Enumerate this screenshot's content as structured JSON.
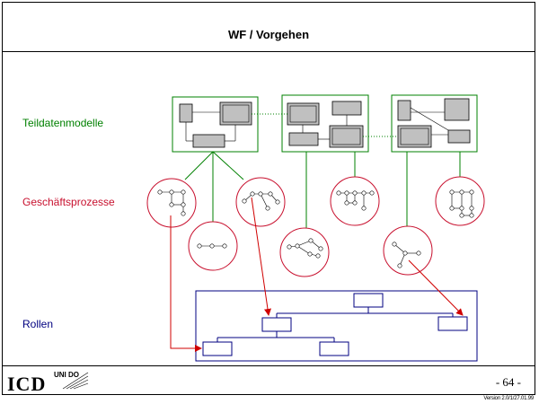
{
  "title": "WF / Vorgehen",
  "labels": {
    "teildatenmodelle": "Teildatenmodelle",
    "geschaeftsprozesse": "Geschäftsprozesse",
    "rollen": "Rollen"
  },
  "colors": {
    "data_models": "#008000",
    "processes": "#c8102e",
    "roles": "#000080",
    "arrows": "#d00000",
    "box_fill": "#c0c0c0"
  },
  "footer": {
    "logo": "ICD",
    "partner_logo": "UNI DO",
    "page_number": "- 64 -",
    "version": "Version 2.0/1/27.01.99"
  }
}
